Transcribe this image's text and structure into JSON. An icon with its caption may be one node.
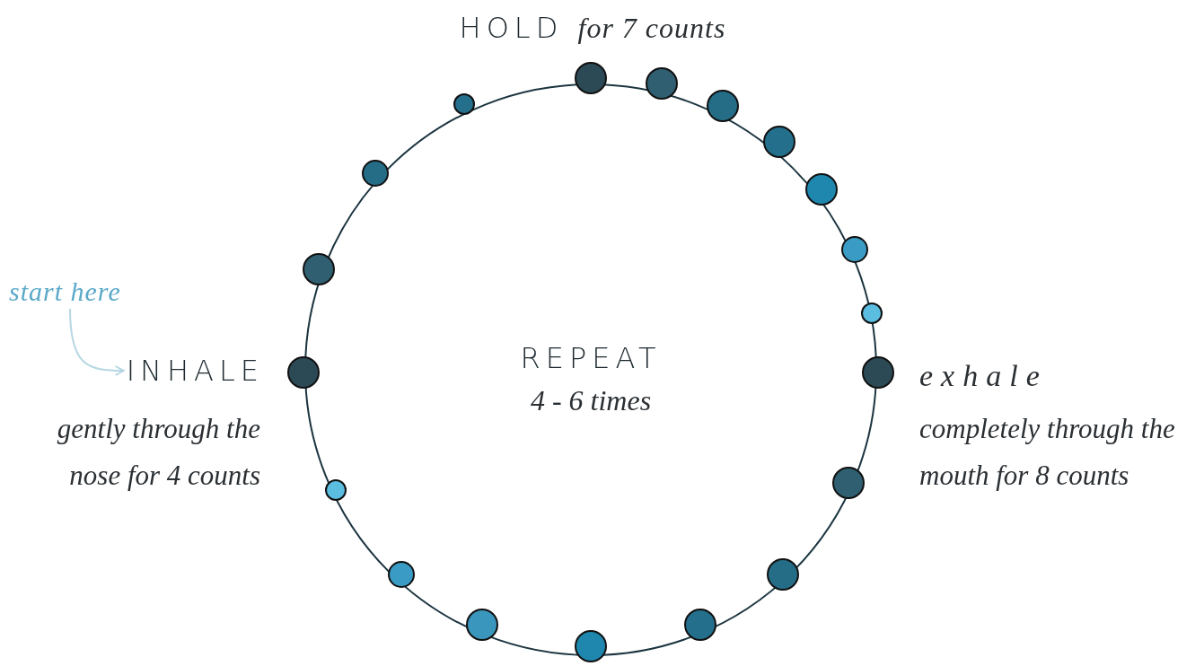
{
  "diagram": {
    "nodes": [
      {
        "text": [
          "start here"
        ]
      },
      {
        "text": [
          "INHALE"
        ],
        "beside": [
          "gently through the nose for 4 counts"
        ]
      }
    ],
    "edges": [
      {
        "from": 0,
        "to": 1,
        "arrow": "to"
      }
    ],
    "labels": [
      "HOLD *for 7 counts*",
      "REPEAT",
      "4 - 6 times",
      "exhale",
      "completely through the mouth for 8 counts"
    ]
  }
}
